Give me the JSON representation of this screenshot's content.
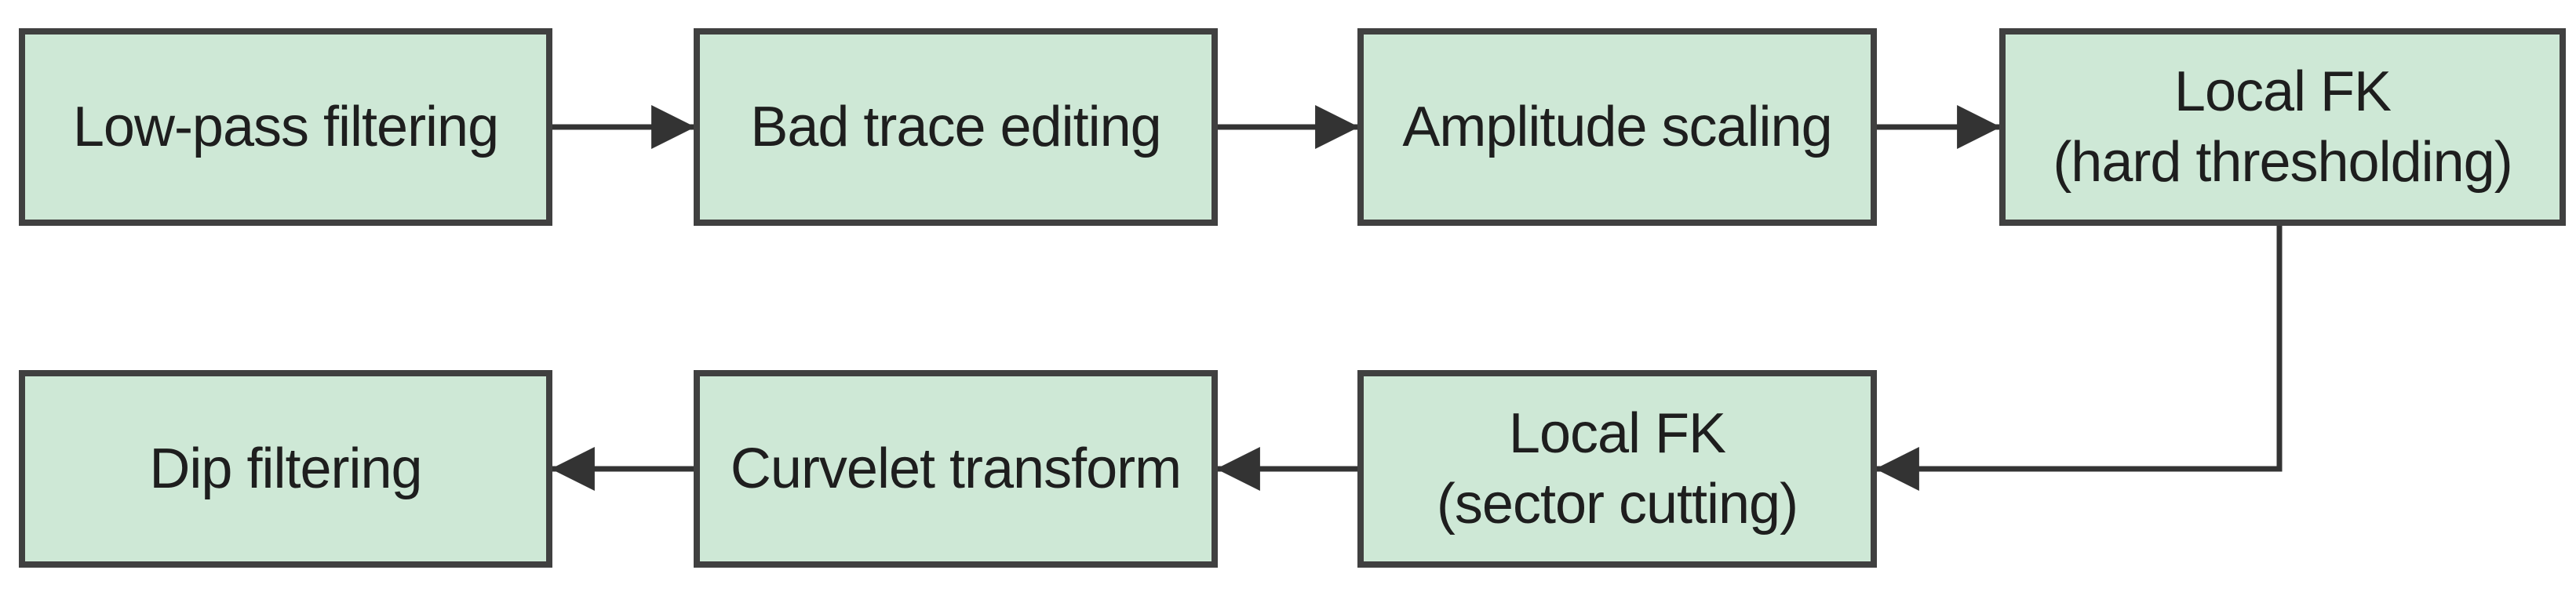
{
  "diagram": {
    "type": "flowchart",
    "background_color": "#ffffff",
    "node_fill_color": "#cee8d6",
    "node_border_color": "#404040",
    "text_color": "#1e1e1e",
    "arrow_color": "#333333",
    "nodes": [
      {
        "id": "low-pass-filtering",
        "label": "Low-pass filtering",
        "row": 1,
        "col": 1
      },
      {
        "id": "bad-trace-editing",
        "label": "Bad trace editing",
        "row": 1,
        "col": 2
      },
      {
        "id": "amplitude-scaling",
        "label": "Amplitude scaling",
        "row": 1,
        "col": 3
      },
      {
        "id": "local-fk-hard-thresholding",
        "label": "Local FK\n(hard thresholding)",
        "row": 1,
        "col": 4
      },
      {
        "id": "local-fk-sector-cutting",
        "label": "Local FK\n(sector cutting)",
        "row": 2,
        "col": 3
      },
      {
        "id": "curvelet-transform",
        "label": "Curvelet transform",
        "row": 2,
        "col": 2
      },
      {
        "id": "dip-filtering",
        "label": "Dip filtering",
        "row": 2,
        "col": 1
      }
    ],
    "edges": [
      {
        "from": "low-pass-filtering",
        "to": "bad-trace-editing",
        "style": "straight-right"
      },
      {
        "from": "bad-trace-editing",
        "to": "amplitude-scaling",
        "style": "straight-right"
      },
      {
        "from": "amplitude-scaling",
        "to": "local-fk-hard-thresholding",
        "style": "straight-right"
      },
      {
        "from": "local-fk-hard-thresholding",
        "to": "local-fk-sector-cutting",
        "style": "elbow-down-left"
      },
      {
        "from": "local-fk-sector-cutting",
        "to": "curvelet-transform",
        "style": "straight-left"
      },
      {
        "from": "curvelet-transform",
        "to": "dip-filtering",
        "style": "straight-left"
      }
    ]
  }
}
